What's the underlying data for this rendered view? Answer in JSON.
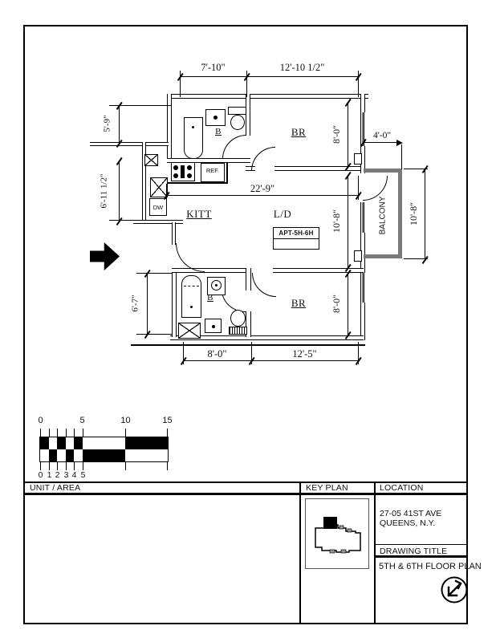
{
  "colors": {
    "wall": "#000000",
    "balcony_wall": "#7a7a7a",
    "paper": "#ffffff"
  },
  "plan": {
    "rooms": {
      "bath1": "B",
      "bedroom1": "BR",
      "kitchen": "KITT",
      "living": "L/D",
      "balcony": "BALCONY",
      "bath2": "B",
      "bedroom2": "BR"
    },
    "unit_label": "APT-5H-6H",
    "appliances": {
      "fridge": "REF.",
      "dishwasher": "DW"
    },
    "dims": {
      "top_left": "7'-10\"",
      "top_right": "12'-10 1/2\"",
      "left_upper": "5'-9\"",
      "left_mid": "6'-11 1/2\"",
      "left_lower": "6'-7\"",
      "mid_width": "22'-9\"",
      "balcony_width": "4'-0\"",
      "bedroom1_height": "8'-0\"",
      "living_height": "10'-8\"",
      "balcony_height": "10'-8\"",
      "bedroom2_height": "8'-0\"",
      "bottom_left": "8'-0\"",
      "bottom_right": "12'-5\""
    }
  },
  "scale_bar": {
    "top_labels": [
      "0",
      "5",
      "10",
      "15"
    ],
    "bottom_labels": [
      "0",
      "1",
      "2",
      "3",
      "4",
      "5"
    ]
  },
  "title_block": {
    "unit_area_label": "UNIT / AREA",
    "key_plan_label": "KEY PLAN",
    "location_label": "LOCATION",
    "address_line1": "27-05 41ST AVE",
    "address_line2": "QUEENS, N.Y.",
    "drawing_title_label": "DRAWING TITLE",
    "drawing_title": "5TH & 6TH FLOOR PLAN"
  }
}
